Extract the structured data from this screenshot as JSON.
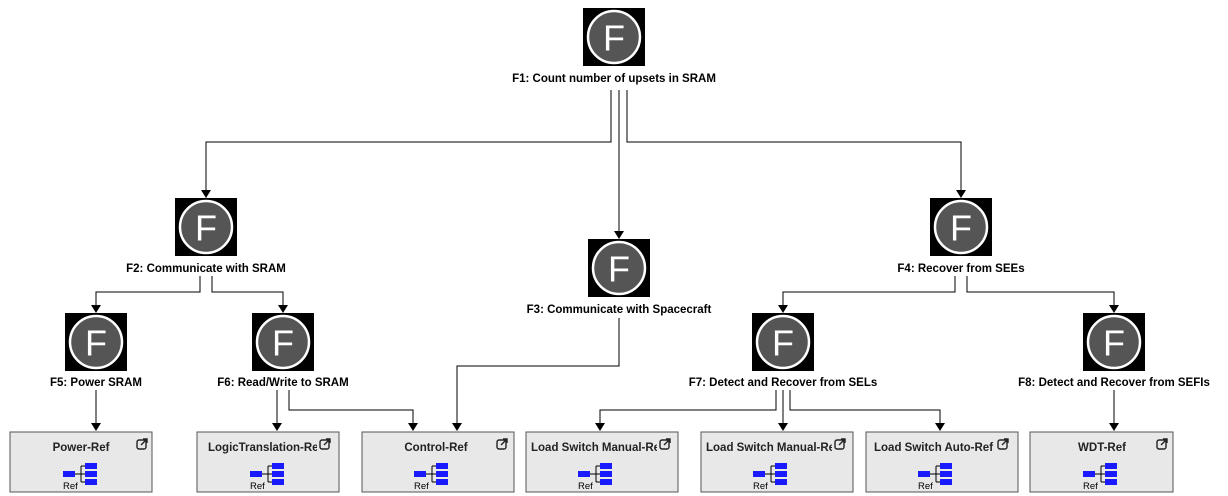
{
  "functions": [
    {
      "id": "F1",
      "letter": "F",
      "label": "F1: Count number of upsets in SRAM"
    },
    {
      "id": "F2",
      "letter": "F",
      "label": "F2: Communicate with SRAM"
    },
    {
      "id": "F3",
      "letter": "F",
      "label": "F3: Communicate with Spacecraft"
    },
    {
      "id": "F4",
      "letter": "F",
      "label": "F4: Recover from SEEs"
    },
    {
      "id": "F5",
      "letter": "F",
      "label": "F5: Power SRAM"
    },
    {
      "id": "F6",
      "letter": "F",
      "label": "F6: Read/Write to SRAM"
    },
    {
      "id": "F7",
      "letter": "F",
      "label": "F7: Detect and Recover from SELs"
    },
    {
      "id": "F8",
      "letter": "F",
      "label": "F8: Detect and Recover from SEFIs"
    }
  ],
  "references": [
    {
      "id": "R1",
      "label": "Power-Ref",
      "ref_text": "Ref",
      "icon": "external-link-icon"
    },
    {
      "id": "R2",
      "label": "LogicTranslation-Ref",
      "ref_text": "Ref",
      "icon": "external-link-icon"
    },
    {
      "id": "R3",
      "label": "Control-Ref",
      "ref_text": "Ref",
      "icon": "external-link-icon"
    },
    {
      "id": "R4",
      "label": "Load Switch Manual-Ref",
      "ref_text": "Ref",
      "icon": "external-link-icon"
    },
    {
      "id": "R5",
      "label": "Load Switch Manual-Ref",
      "ref_text": "Ref",
      "icon": "external-link-icon"
    },
    {
      "id": "R6",
      "label": "Load Switch Auto-Ref",
      "ref_text": "Ref",
      "icon": "external-link-icon"
    },
    {
      "id": "R7",
      "label": "WDT-Ref",
      "ref_text": "Ref",
      "icon": "external-link-icon"
    }
  ],
  "edges": [
    {
      "from": "F1",
      "to": "F2"
    },
    {
      "from": "F1",
      "to": "F3"
    },
    {
      "from": "F1",
      "to": "F4"
    },
    {
      "from": "F2",
      "to": "F5"
    },
    {
      "from": "F2",
      "to": "F6"
    },
    {
      "from": "F4",
      "to": "F7"
    },
    {
      "from": "F4",
      "to": "F8"
    },
    {
      "from": "F5",
      "to": "R1"
    },
    {
      "from": "F6",
      "to": "R2"
    },
    {
      "from": "F6",
      "to": "R3"
    },
    {
      "from": "F3",
      "to": "R3"
    },
    {
      "from": "F7",
      "to": "R4"
    },
    {
      "from": "F7",
      "to": "R5"
    },
    {
      "from": "F7",
      "to": "R6"
    },
    {
      "from": "F8",
      "to": "R7"
    }
  ]
}
